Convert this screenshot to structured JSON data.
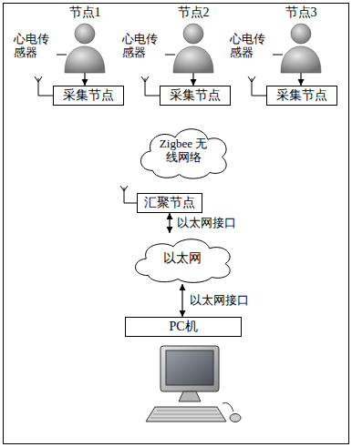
{
  "diagram": {
    "nodes": [
      {
        "text": [
          "节点1"
        ]
      },
      {
        "text": [
          "节点2"
        ]
      },
      {
        "text": [
          "节点3"
        ]
      },
      {
        "text": [
          "采集节点"
        ]
      },
      {
        "text": [
          "采集节点"
        ]
      },
      {
        "text": [
          "采集节点"
        ]
      },
      {
        "text": [
          "Zigbee 无线网络"
        ]
      },
      {
        "text": [
          "汇聚节点"
        ]
      },
      {
        "text": [
          "以太网"
        ]
      },
      {
        "text": [
          "PC机"
        ]
      }
    ],
    "edges": [
      {
        "from": 0,
        "to": 3,
        "arrow": "to"
      },
      {
        "from": 1,
        "to": 4,
        "arrow": "to"
      },
      {
        "from": 2,
        "to": 5,
        "arrow": "to"
      },
      {
        "from": 7,
        "to": 8,
        "label": "以太网接口",
        "arrow": "both"
      },
      {
        "from": 8,
        "to": 9,
        "label": "以太网接口",
        "arrow": "both"
      }
    ],
    "labels": [
      "心电传感器",
      "心电传感器",
      "心电传感器"
    ]
  }
}
